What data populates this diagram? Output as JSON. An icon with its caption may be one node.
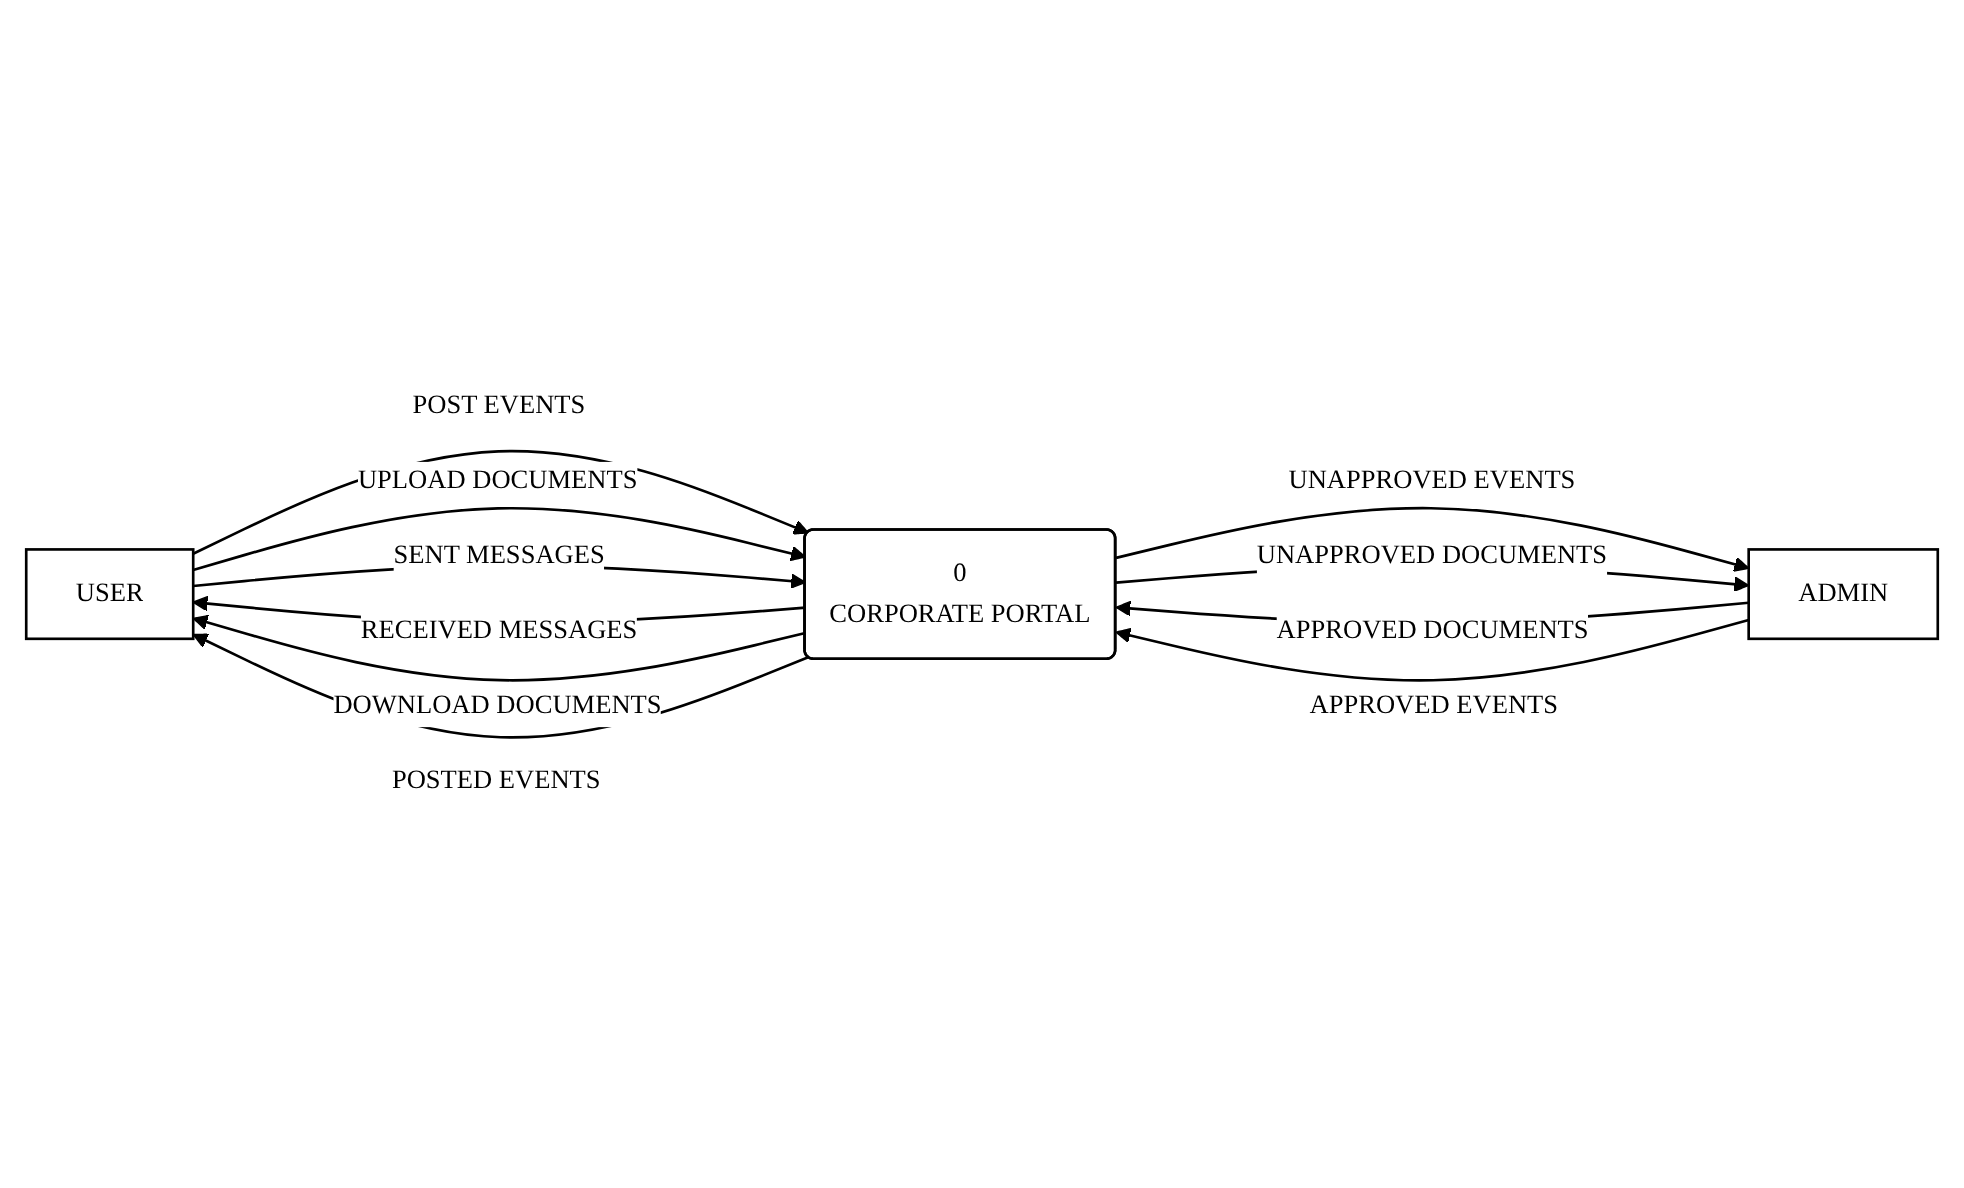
{
  "diagram": {
    "nodes": [
      {
        "text": [
          "USER"
        ]
      },
      {
        "text": [
          "ADMIN"
        ]
      },
      {
        "text": [
          "0",
          "CORPORATE PORTAL"
        ]
      }
    ],
    "edges": [
      {
        "from": 0,
        "to": 2,
        "arrow": "to",
        "label": "POST EVENTS"
      },
      {
        "from": 0,
        "to": 2,
        "arrow": "to",
        "label": "UPLOAD DOCUMENTS"
      },
      {
        "from": 0,
        "to": 2,
        "arrow": "to",
        "label": "SENT MESSAGES"
      },
      {
        "from": 2,
        "to": 0,
        "arrow": "to",
        "label": "RECEIVED MESSAGES"
      },
      {
        "from": 2,
        "to": 0,
        "arrow": "to",
        "label": "DOWNLOAD DOCUMENTS"
      },
      {
        "from": 2,
        "to": 0,
        "arrow": "to",
        "label": "POSTED EVENTS"
      },
      {
        "from": 2,
        "to": 1,
        "arrow": "to",
        "label": "UNAPPROVED EVENTS"
      },
      {
        "from": 2,
        "to": 1,
        "arrow": "to",
        "label": "UNAPPROVED DOCUMENTS"
      },
      {
        "from": 1,
        "to": 2,
        "arrow": "to",
        "label": "APPROVED DOCUMENTS"
      },
      {
        "from": 1,
        "to": 2,
        "arrow": "to",
        "label": "APPROVED EVENTS"
      }
    ]
  }
}
